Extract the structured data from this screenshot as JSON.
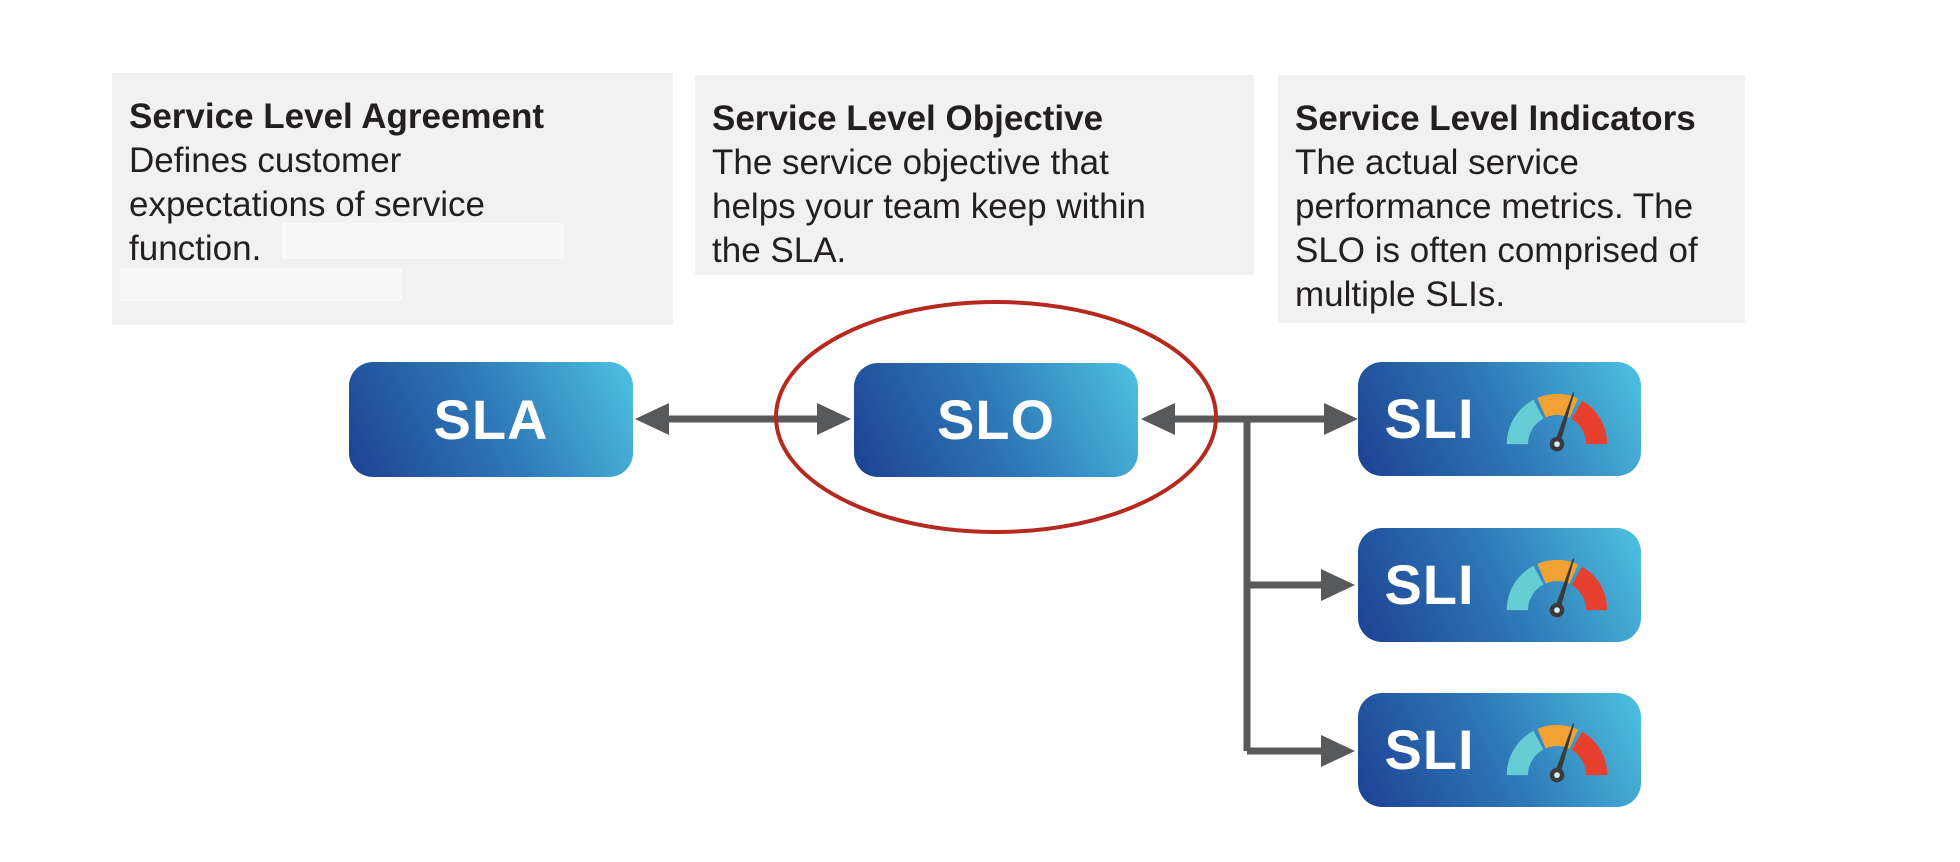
{
  "cards": [
    {
      "title": "Service Level Agreement",
      "body": "Defines customer expectations of service function."
    },
    {
      "title": "Service Level Objective",
      "body": "The service objective that helps your team keep within the SLA."
    },
    {
      "title": "Service Level Indicators",
      "body": "The actual service performance metrics. The SLO is often comprised of multiple SLIs."
    }
  ],
  "nodes": {
    "sla": "SLA",
    "slo": "SLO",
    "sli1": "SLI",
    "sli2": "SLI",
    "sli3": "SLI"
  },
  "highlight": {
    "shape": "ellipse",
    "around": "SLO"
  },
  "icons": {
    "gauge": "speedometer-gauge"
  },
  "colors": {
    "page_bg": "#ffffff",
    "card_bg": "#f1f1f2",
    "redaction": "#f8f8f8",
    "text": "#231f20",
    "node_grad_1": "#1d4193",
    "node_grad_2": "#2f7ab8",
    "node_grad_3": "#4ec2e0",
    "arrow": "#58595b",
    "highlight_ellipse": "#b5291f",
    "gauge_teal": "#67cdd4",
    "gauge_orange": "#f2a233",
    "gauge_red": "#e8402e",
    "gauge_needle": "#3a3a3c"
  }
}
